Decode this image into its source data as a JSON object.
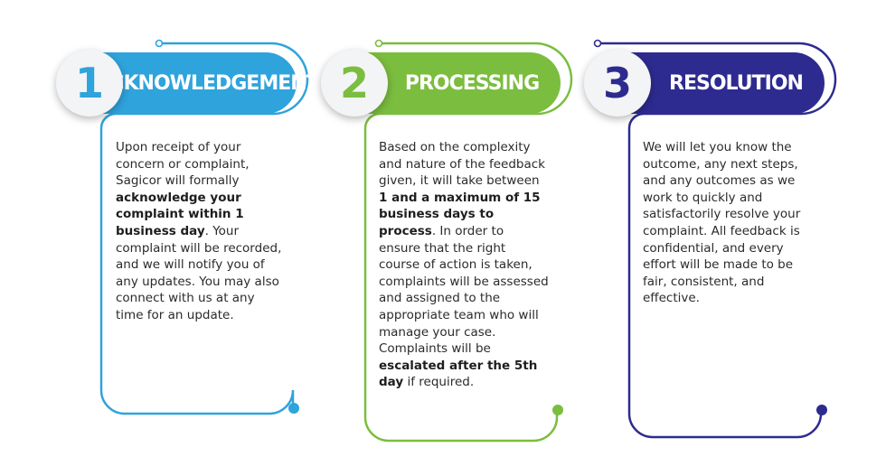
{
  "colors": {
    "step1": "#2fa3dc",
    "step2": "#7bbd3f",
    "step3": "#2d2b8f",
    "badge_bg": "#f3f4f6",
    "text": "#2b2b2b"
  },
  "steps": [
    {
      "number": "1",
      "title": "ACKNOWLEDGEMENT",
      "body": [
        {
          "text": "Upon receipt of your concern or complaint, Sagicor will formally ",
          "bold": false
        },
        {
          "text": "acknowledge your complaint within 1 business day",
          "bold": true
        },
        {
          "text": ". Your complaint will be recorded, and we will notify you of any updates. You may also connect with us at any time for an update.",
          "bold": false
        }
      ]
    },
    {
      "number": "2",
      "title": "PROCESSING",
      "body": [
        {
          "text": "Based on the complexity and nature of the feedback given, it will take between ",
          "bold": false
        },
        {
          "text": "1 and a maximum of 15 business days to process",
          "bold": true
        },
        {
          "text": ". In order to ensure that the right course of action is taken, complaints will be assessed and assigned to the appropriate team who will manage your case. Complaints will be ",
          "bold": false
        },
        {
          "text": "escalated after the 5th day",
          "bold": true
        },
        {
          "text": " if required.",
          "bold": false
        }
      ]
    },
    {
      "number": "3",
      "title": "RESOLUTION",
      "body": [
        {
          "text": "We will let you know the outcome, any next steps, and any outcomes as we work to quickly and satisfactorily resolve your complaint. All feedback is confidential, and every effort will be made to be fair, consistent, and effective.",
          "bold": false
        }
      ]
    }
  ]
}
